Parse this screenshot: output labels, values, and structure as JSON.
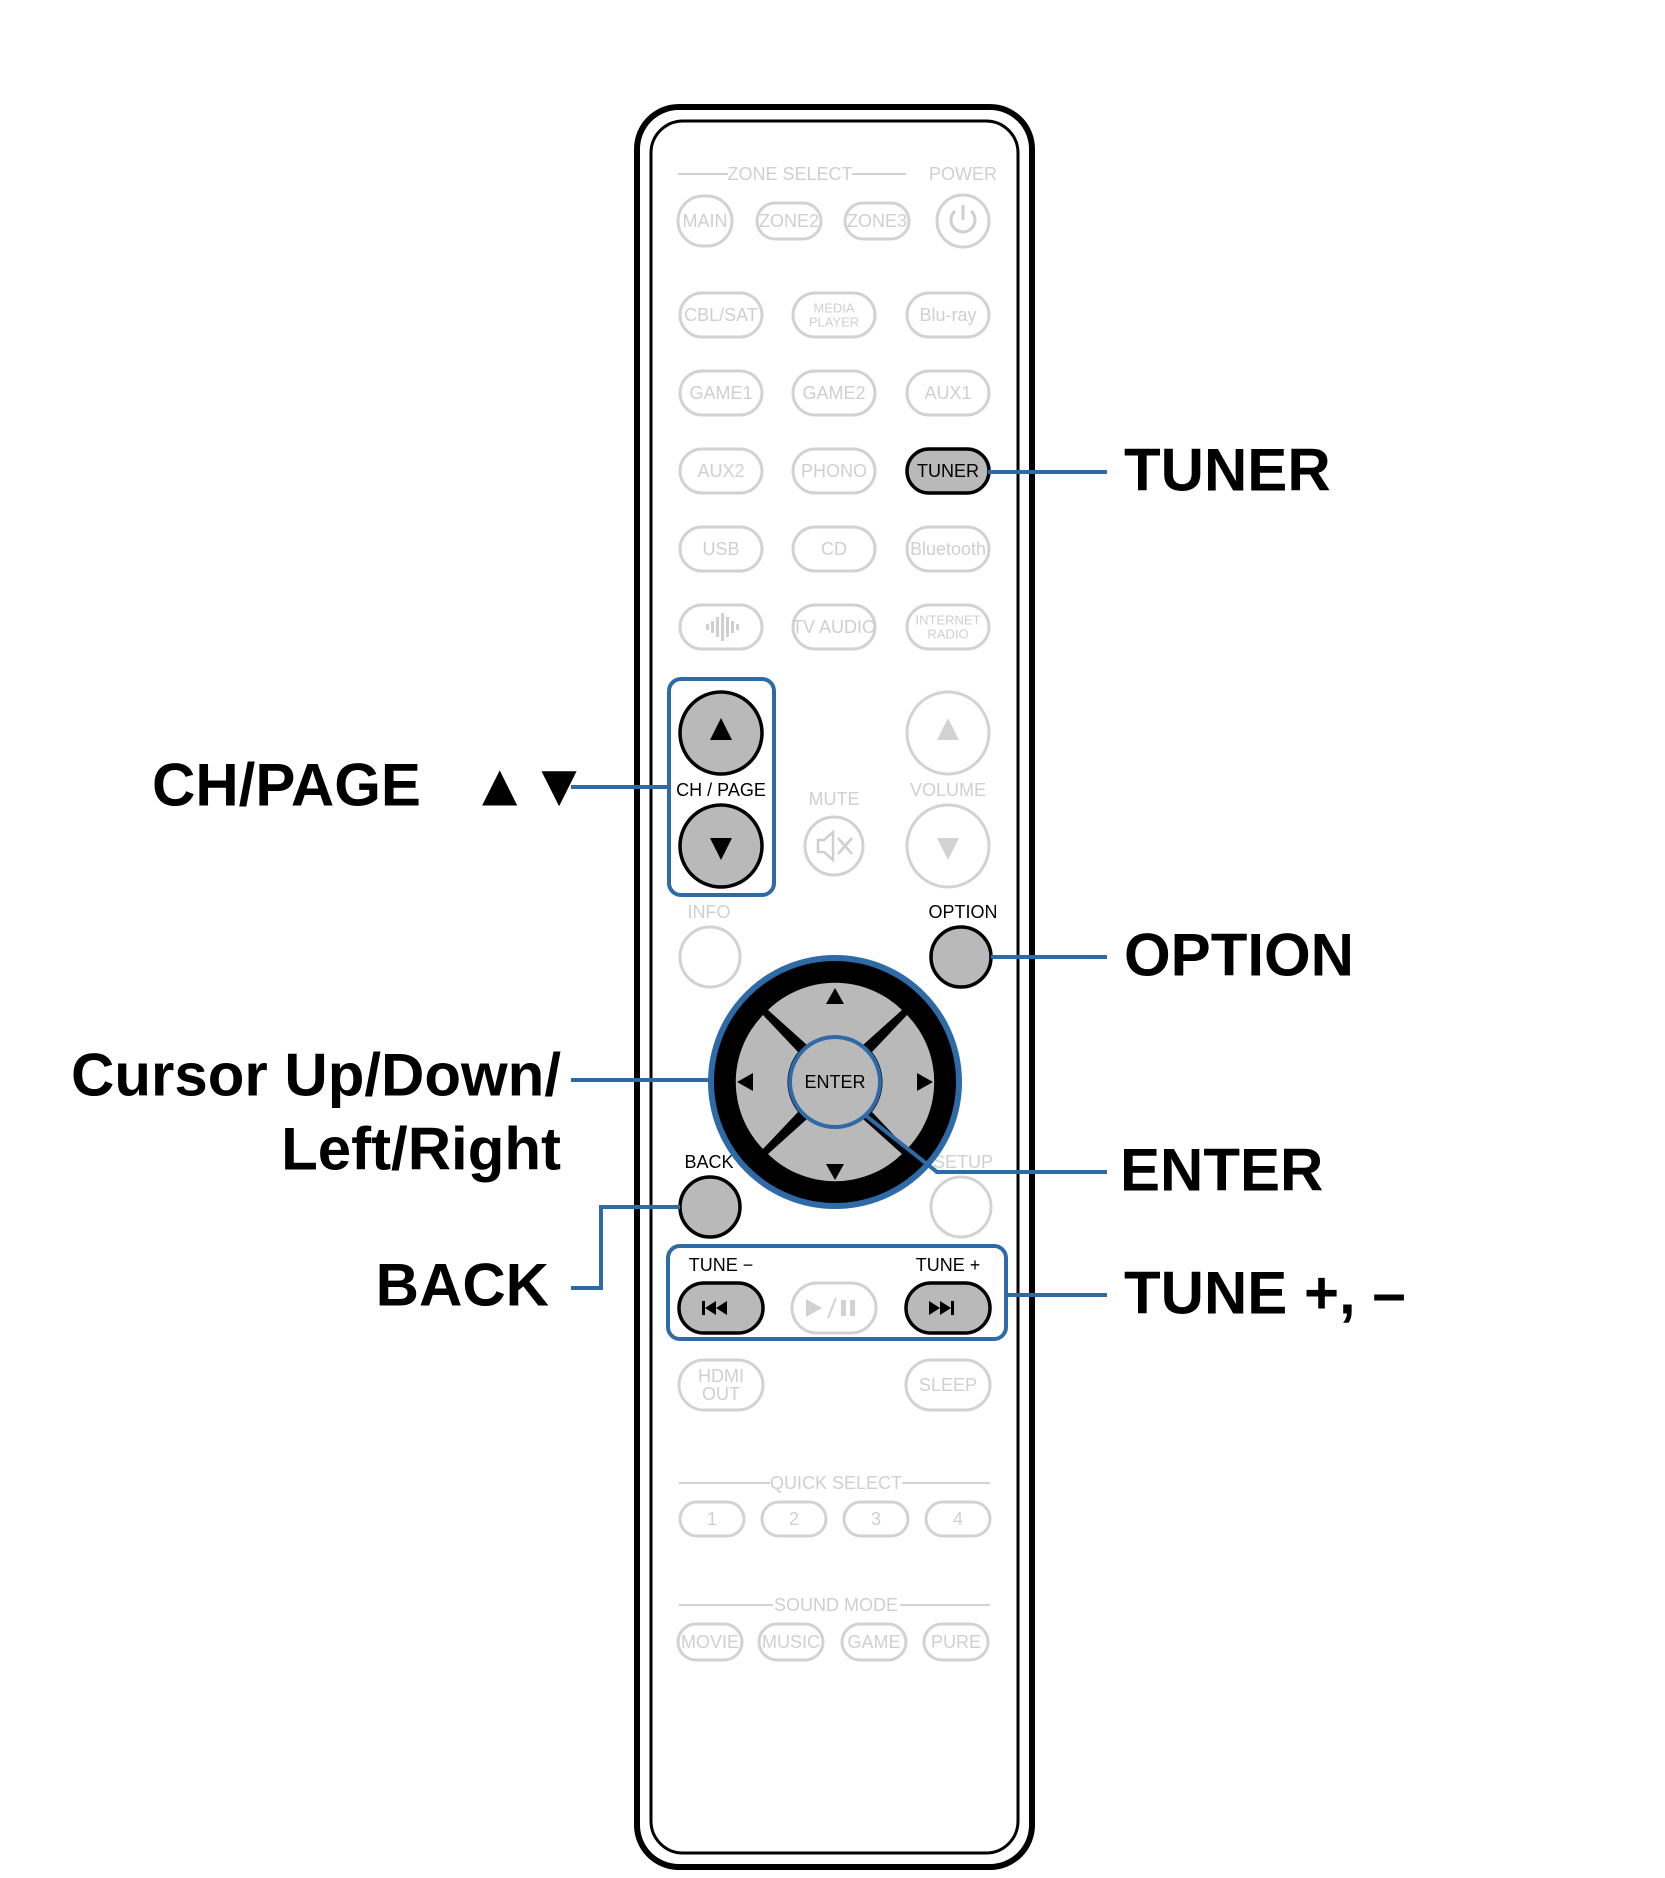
{
  "remote": {
    "zone_select_label": "ZONE SELECT",
    "power_label": "POWER",
    "main_btn": "MAIN",
    "zone2_btn": "ZONE2",
    "zone3_btn": "ZONE3",
    "power_icon": "power-icon",
    "sources": [
      [
        "CBL/SAT",
        "MEDIA|PLAYER",
        "Blu-ray"
      ],
      [
        "GAME1",
        "GAME2",
        "AUX1"
      ],
      [
        "AUX2",
        "PHONO",
        "TUNER"
      ],
      [
        "USB",
        "CD",
        "Bluetooth"
      ],
      [
        "heos-icon",
        "TV AUDIO",
        "INTERNET|RADIO"
      ]
    ],
    "ch_page_label": "CH / PAGE",
    "mute_label": "MUTE",
    "volume_label": "VOLUME",
    "info_label": "INFO",
    "option_label": "OPTION",
    "enter_label": "ENTER",
    "back_label": "BACK",
    "setup_label": "SETUP",
    "tune_minus_label": "TUNE −",
    "tune_plus_label": "TUNE +",
    "hdmi_out_label": "HDMI|OUT",
    "sleep_label": "SLEEP",
    "quick_select_label": "QUICK SELECT",
    "quick_select_buttons": [
      "1",
      "2",
      "3",
      "4"
    ],
    "sound_mode_label": "SOUND MODE",
    "sound_mode_buttons": [
      "MOVIE",
      "MUSIC",
      "GAME",
      "PURE"
    ]
  },
  "callouts": {
    "tuner": "TUNER",
    "ch_page": "CH/PAGE",
    "ch_page_arrows": "▲▼",
    "option": "OPTION",
    "cursor_line1": "Cursor Up/Down/",
    "cursor_line2": "Left/Right",
    "enter": "ENTER",
    "back": "BACK",
    "tune": "TUNE +, –"
  },
  "colors": {
    "highlight_blue": "#2f6aa8",
    "pressed_gray": "#b9b9b9",
    "inactive_gray": "#d2d2d2"
  }
}
